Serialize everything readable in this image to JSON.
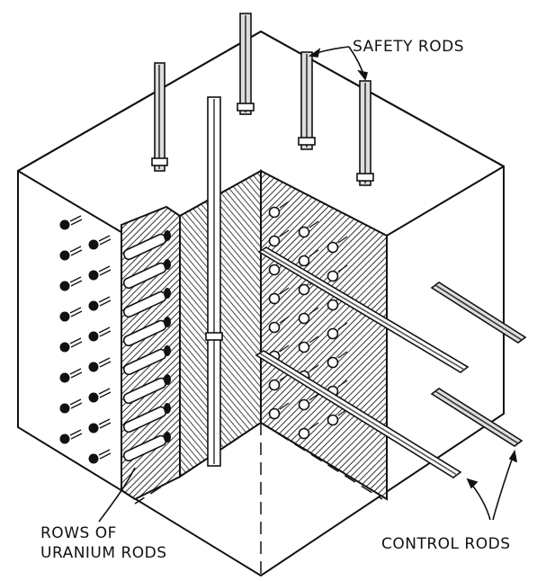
{
  "labels": {
    "safety_rods": "SAFETY RODS",
    "control_rods": "CONTROL RODS",
    "uranium_line1": "ROWS OF",
    "uranium_line2": "URANIUM RODS"
  },
  "colors": {
    "ink": "#111111",
    "paper": "#ffffff",
    "hatch": "#555555"
  }
}
